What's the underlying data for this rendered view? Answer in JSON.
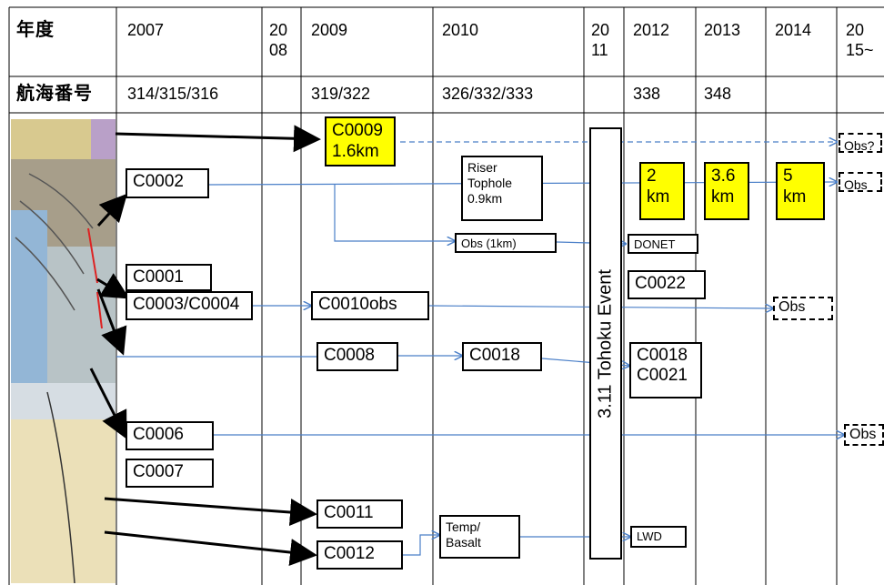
{
  "header": {
    "year_label": "年度",
    "expedition_label": "航海番号",
    "years": [
      "2007",
      "20\n08",
      "2009",
      "2010",
      "20\n11",
      "2012",
      "2013",
      "2014",
      "20\n15~"
    ],
    "expeditions": [
      "314/315/316",
      "",
      "319/322",
      "326/332/333",
      "",
      "338",
      "348",
      "",
      ""
    ]
  },
  "boxes": {
    "c0009": "C0009\n1.6km",
    "c0002": "C0002",
    "riser": "Riser\nTophole\n0.9km",
    "km2": "2\nkm",
    "km36": "3.6\nkm",
    "km5": "5\nkm",
    "obs_q": "Obs?",
    "obs_top": "Obs",
    "obs_1km": "Obs (1km)",
    "donet": "DONET",
    "c0001": "C0001",
    "c0003_4": "C0003/C0004",
    "c0010obs": "C0010obs",
    "c0022": "C0022",
    "obs_mid": "Obs",
    "c0008": "C0008",
    "c0018": "C0018",
    "c0018_21": "C0018\nC0021",
    "c0006": "C0006",
    "obs_low": "Obs",
    "c0007": "C0007",
    "c0011": "C0011",
    "c0012": "C0012",
    "temp": "Temp/\nBasalt",
    "lwd": "LWD"
  },
  "event_label": "3.11 Tohoku Event",
  "colors": {
    "yellow": "#ffff00",
    "arrow_blue": "#4a7fc8",
    "border": "#000000"
  }
}
